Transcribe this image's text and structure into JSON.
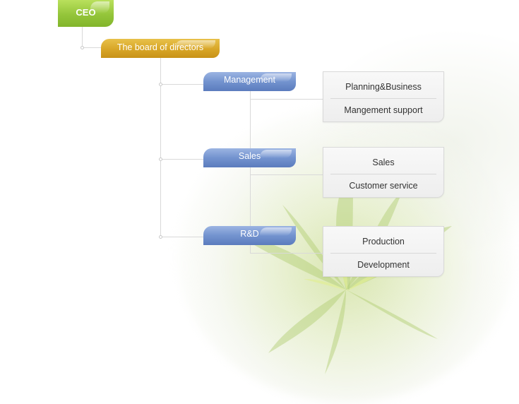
{
  "nodes": {
    "ceo": "CEO",
    "board": "The board of directors",
    "departments": [
      {
        "label": "Management",
        "subunits": [
          "Planning&Business",
          "Mangement support"
        ]
      },
      {
        "label": "Sales",
        "subunits": [
          "Sales",
          "Customer service"
        ]
      },
      {
        "label": "R&D",
        "subunits": [
          "Production",
          "Development"
        ]
      }
    ]
  },
  "colors": {
    "ceo_tab": "#94c53a",
    "board_tab": "#d8a627",
    "department_tab": "#7393cf",
    "connector": "#d9d9d9",
    "subunit_box": "#f2f2f2"
  }
}
